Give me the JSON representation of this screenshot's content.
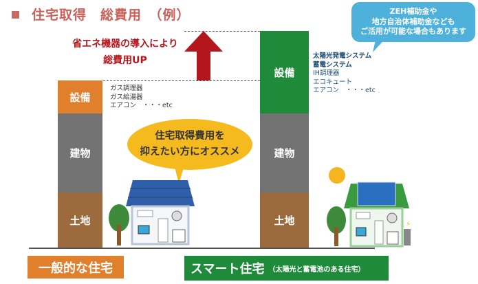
{
  "title": "住宅取得　総費用　（例）",
  "colors": {
    "equipment_general": "#e07f2c",
    "building": "#737373",
    "land": "#9b6a3d",
    "equipment_smart": "#1e8a3a",
    "arrow": "#b3161c",
    "bubble_blue": "#4db1dc",
    "bubble_yellow": "#f5bb1e"
  },
  "general": {
    "label": "一般的な住宅",
    "equipment": "設備",
    "building": "建物",
    "land": "土地",
    "equipment_list": [
      "ガス調理器",
      "ガス給湯器",
      "エアコン　・・・etc"
    ]
  },
  "smart": {
    "label": "スマート住宅",
    "sublabel": "（太陽光と蓄電池のある住宅）",
    "equipment": "設備",
    "building": "建物",
    "land": "土地",
    "equipment_list_bold": [
      "太陽光発電システム",
      "蓄電システム"
    ],
    "equipment_list": [
      "IH調理器",
      "エコキュート",
      "エアコン　・・・etc"
    ]
  },
  "increase_note": [
    "省エネ機器の導入により",
    "総費用UP"
  ],
  "subsidy_bubble": [
    "ZEH補助金や",
    "地方自治体補助金なども",
    "ご活用が可能な場合もあります"
  ],
  "recommend_bubble": [
    "住宅取得費用を",
    "抑えたい方にオススメ"
  ]
}
